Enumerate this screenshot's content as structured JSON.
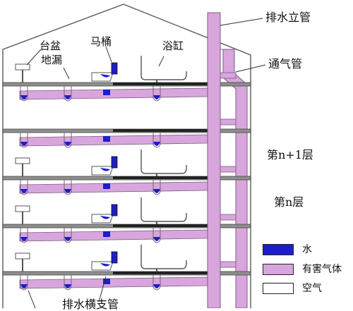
{
  "labels": {
    "drain_stack": "排水立管",
    "vent_pipe": "通气管",
    "washbasin": "台盆",
    "floor_drain": "地漏",
    "toilet": "马桶",
    "bathtub": "浴缸",
    "floor_n_plus_1": "第n+1层",
    "floor_n": "第n层",
    "horizontal_drain": "排水横支管"
  },
  "legend": [
    {
      "label": "水",
      "color": "#1e1ec8"
    },
    {
      "label": "有害气体",
      "color": "#d8a6dc"
    },
    {
      "label": "空气",
      "color": "#ffffff"
    }
  ],
  "colors": {
    "pipe": "#d8a6dc",
    "pipe_edge": "#7a5c80",
    "water": "#1e1ec8",
    "floor": "#8e8e8e",
    "outline": "#555555"
  },
  "floor_count": 5
}
